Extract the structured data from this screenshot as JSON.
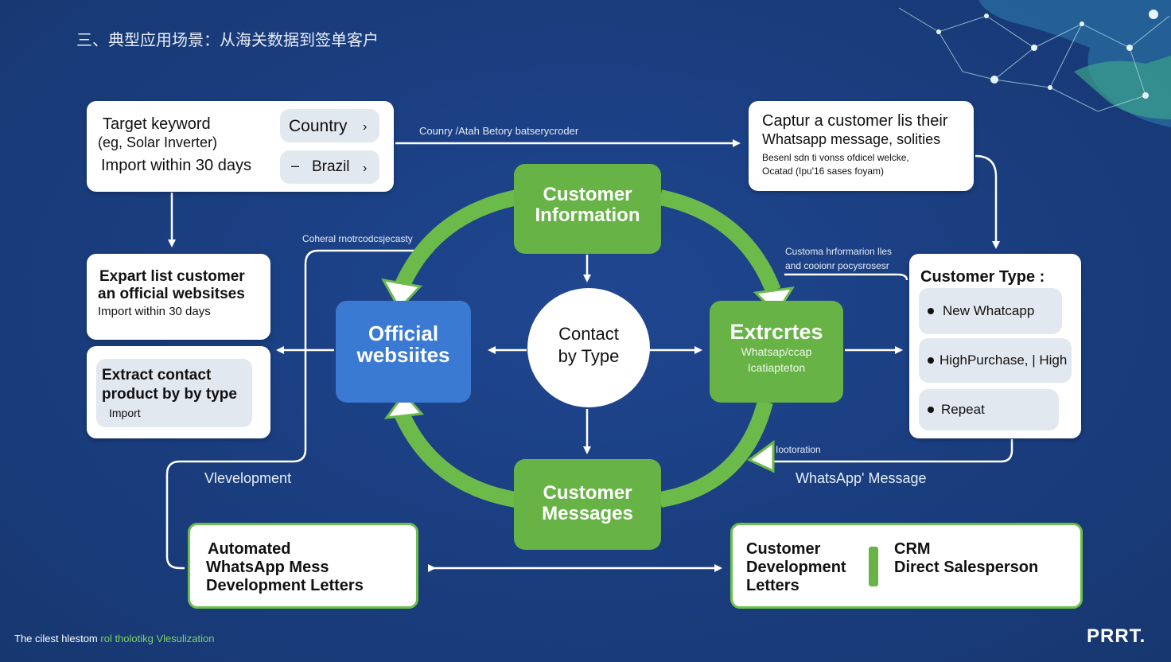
{
  "page": {
    "title": "三、典型应用场景：从海关数据到签单客户",
    "footer_left_a": "The cilest hlestom",
    "footer_left_b": "rol tholotikg Vlesulization",
    "logo": "PRRT."
  },
  "colors": {
    "background": "#1a3d7e",
    "green": "#67b346",
    "blue": "#3b7ad2",
    "white": "#ffffff"
  },
  "search_card": {
    "line1": "Target keyword",
    "line2": "(eg, Solar Inverter)",
    "line3": "Import within 30 days",
    "country_label": "Country",
    "country_arrow": "›",
    "brazil_prefix": "–",
    "brazil_label": "Brazil",
    "brazil_arrow": "›"
  },
  "top_arrow_label": "Counry /Atah Betory batserycroder",
  "capture_card": {
    "line1": "Captur a customer lis their",
    "line2": "Whatsapp message, solities",
    "line3": "Besenl sdn ti vonss ofdicel welcke,",
    "line4": "Ocatad (Ipu'16 sases foyam)"
  },
  "export_card": {
    "line1": "Expart list  customer",
    "line2": "an official websitses",
    "line3": "Import within 30 days"
  },
  "extract_card": {
    "line1": "Extract contact",
    "line2": "product by by type",
    "line3": "Import"
  },
  "center": {
    "customer_info_1": "Customer",
    "customer_info_2": "Information",
    "official_1": "Official",
    "official_2": "websiites",
    "contact_1": "Contact",
    "contact_2": "by Type",
    "extract_title": "Extrcrtes",
    "extract_sub1": "Whatsap/ccap",
    "extract_sub2": "Icatiapteton",
    "messages_1": "Customer",
    "messages_2": "Messages"
  },
  "labels": {
    "left_loop": "Coheral rnotrcodcsjecasty",
    "right_loop_1": "Customa hrformarion lles",
    "right_loop_2": "and cooionr pocysrosesr",
    "development": "Vlevelopment",
    "lootoration": "Iootoration",
    "whatsapp_message": "WhatsApp' Message"
  },
  "customer_type": {
    "title": "Customer Type :",
    "items": [
      "New Whatcapp",
      "HighPurchase, | High",
      "Repeat"
    ]
  },
  "automated_card": {
    "line1": "Automated",
    "line2": "WhatsApp Mess",
    "line3": "Development Letters"
  },
  "crm_card": {
    "line1": "Customer",
    "line2": "Development",
    "line3": "Letters",
    "right1": "CRM",
    "right2": "Direct Salesperson"
  }
}
